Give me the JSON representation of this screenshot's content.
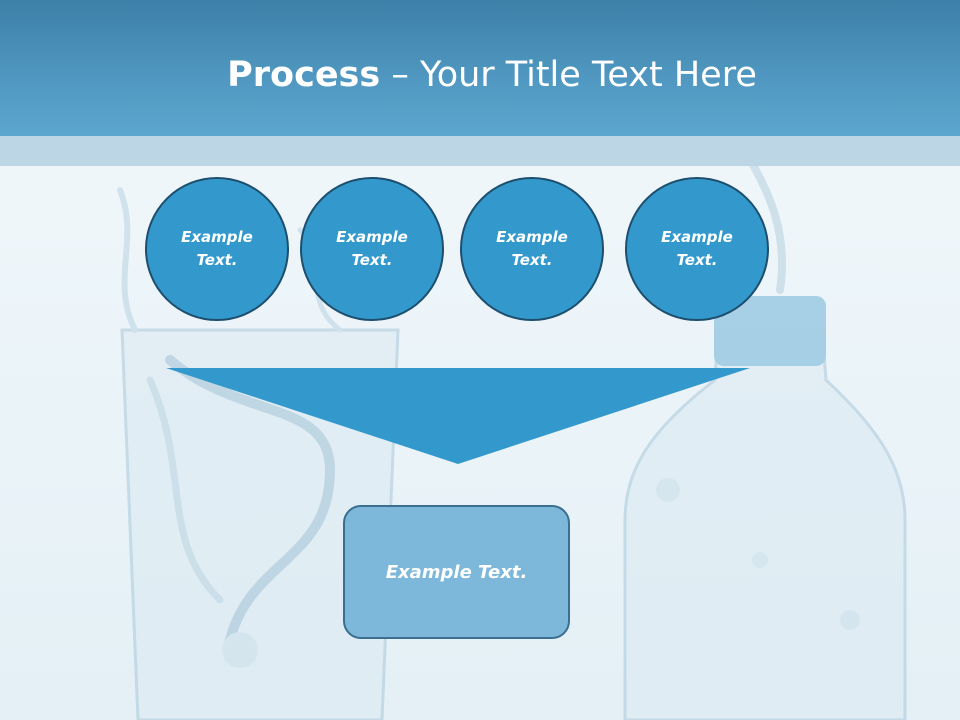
{
  "title": {
    "bold": "Process",
    "rest": " – Your Title Text Here"
  },
  "circles": [
    {
      "line1": "Example",
      "line2": "Text."
    },
    {
      "line1": "Example",
      "line2": "Text."
    },
    {
      "line1": "Example",
      "line2": "Text."
    },
    {
      "line1": "Example",
      "line2": "Text."
    }
  ],
  "result": {
    "label": "Example Text."
  },
  "colors": {
    "header": "#4f97c0",
    "circle_fill": "#3399cc",
    "circle_border": "#1d4e6e",
    "funnel": "#3399cc",
    "result_box": "#7db7da"
  }
}
